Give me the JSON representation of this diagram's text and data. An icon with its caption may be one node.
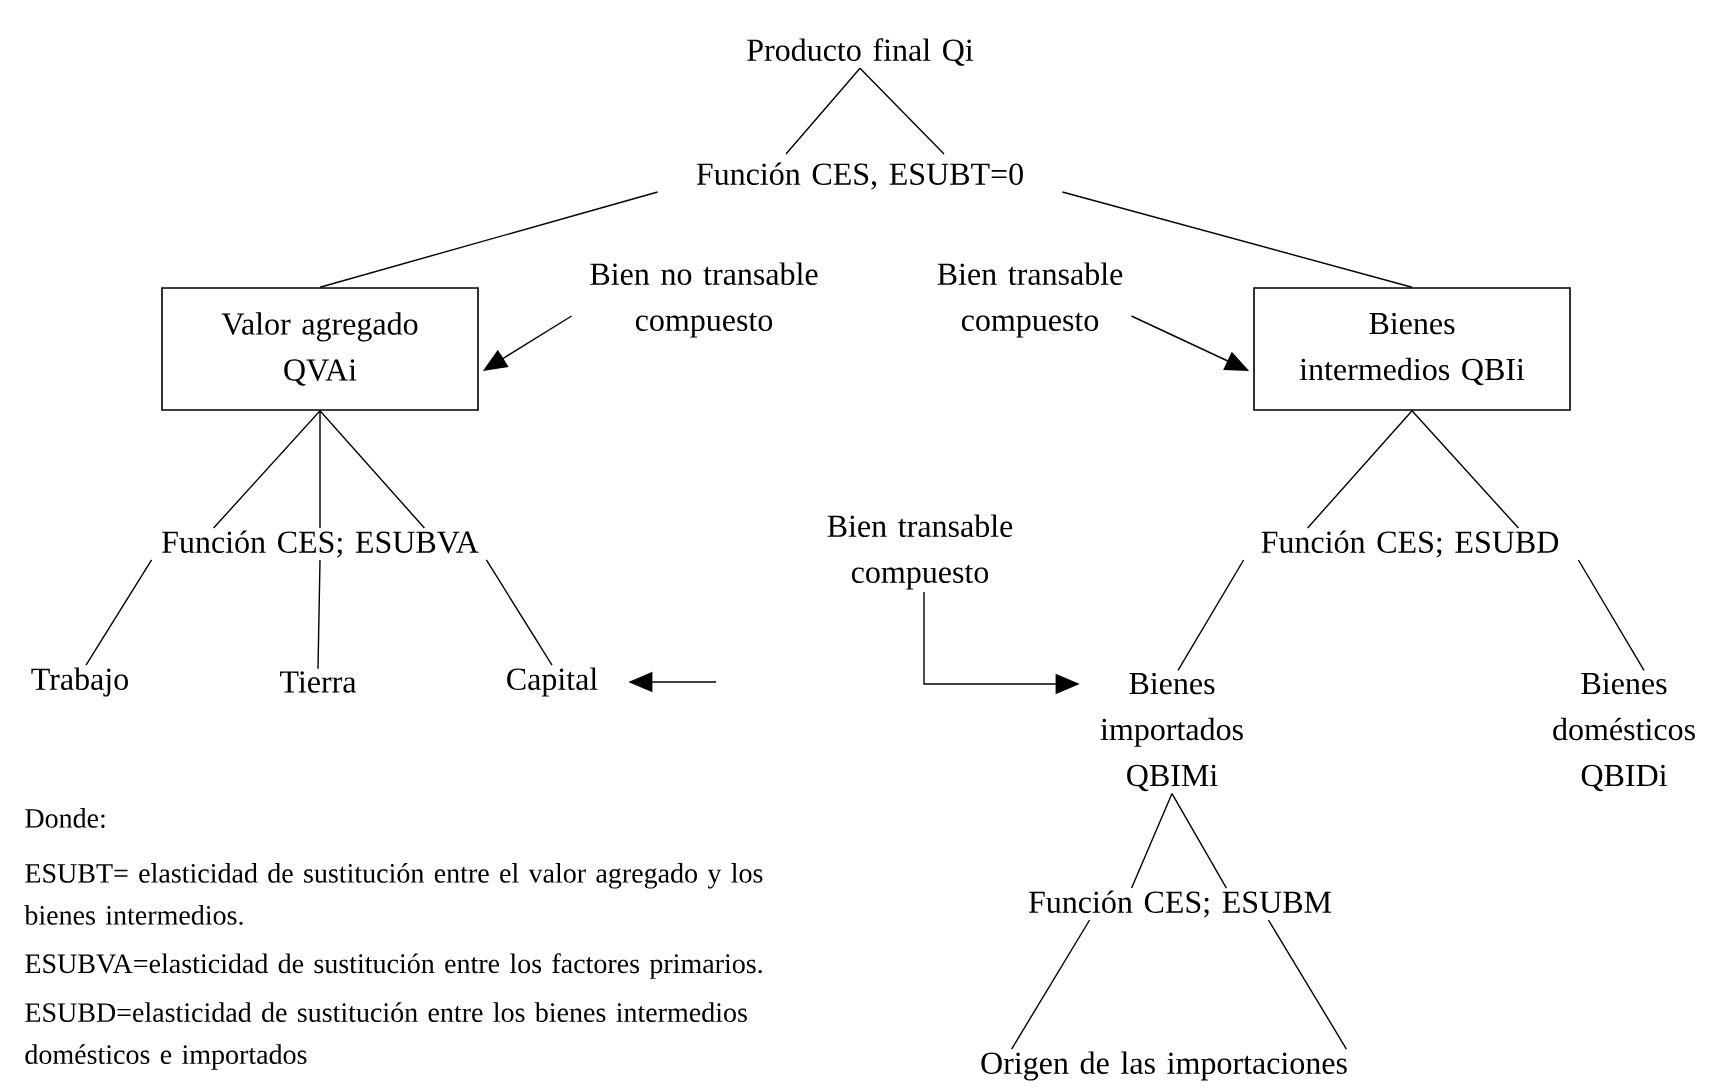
{
  "diagram": {
    "nodes": [
      {
        "text": [
          "Producto final Qi"
        ]
      },
      {
        "text": [
          "Función CES,  ESUBT=0"
        ]
      },
      {
        "text": [
          "Valor agregado QVAi"
        ]
      },
      {
        "text": [
          "Bien no transable compuesto"
        ]
      },
      {
        "text": [
          "Bien transable compuesto"
        ]
      },
      {
        "text": [
          "Bienes intermedios QBIi"
        ]
      },
      {
        "text": [
          "Función CES; ESUBVA"
        ]
      },
      {
        "text": [
          "Función CES; ESUBD"
        ]
      },
      {
        "text": [
          "Bien transable compuesto"
        ]
      },
      {
        "text": [
          "Trabajo"
        ]
      },
      {
        "text": [
          "Tierra"
        ]
      },
      {
        "text": [
          "Capital"
        ]
      },
      {
        "text": [
          "Bienes importados QBIMi"
        ]
      },
      {
        "text": [
          "Bienes domésticos QBIDi"
        ]
      },
      {
        "text": [
          "Función CES; ESUBM"
        ]
      },
      {
        "text": [
          "Origen de las importaciones"
        ]
      }
    ],
    "edges": [
      {
        "from": 0,
        "to": 1,
        "arrow": "none"
      },
      {
        "from": 1,
        "to": 2,
        "arrow": "none"
      },
      {
        "from": 1,
        "to": 5,
        "arrow": "none"
      },
      {
        "from": 3,
        "to": 2,
        "arrow": "to"
      },
      {
        "from": 4,
        "to": 5,
        "arrow": "to"
      },
      {
        "from": 2,
        "to": 6,
        "arrow": "none"
      },
      {
        "from": 6,
        "to": 9,
        "arrow": "none"
      },
      {
        "from": 6,
        "to": 10,
        "arrow": "none"
      },
      {
        "from": 6,
        "to": 11,
        "arrow": "none"
      },
      {
        "from": 5,
        "to": 7,
        "arrow": "none"
      },
      {
        "from": 7,
        "to": 12,
        "arrow": "none"
      },
      {
        "from": 7,
        "to": 13,
        "arrow": "none"
      },
      {
        "from": 8,
        "to": 12,
        "arrow": "to"
      },
      {
        "from": null,
        "to": 11,
        "arrow": "to"
      },
      {
        "from": 12,
        "to": 14,
        "arrow": "none"
      },
      {
        "from": 14,
        "to": 15,
        "arrow": "none"
      }
    ],
    "labels": [
      "Donde:",
      "ESUBT= elasticidad de sustitución entre el valor agregado y los bienes intermedios.",
      "ESUBVA=elasticidad de sustitución entre los factores primarios.",
      "ESUBD=elasticidad de sustitución entre los bienes intermedios domésticos e importados"
    ]
  }
}
